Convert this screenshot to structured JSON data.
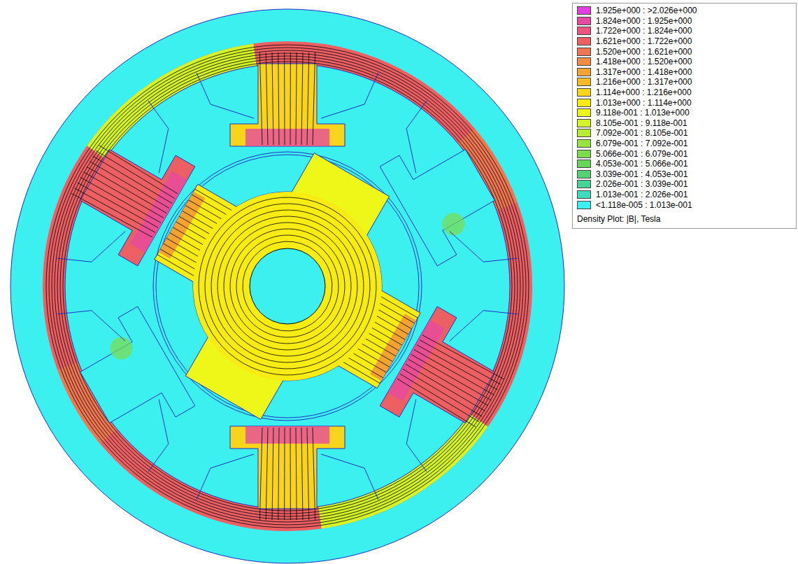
{
  "diagram": {
    "labels": [
      "Density Plot: |B|, Tesla"
    ],
    "legend": [
      {
        "text": "1.925e+000 : >2.026e+000",
        "color": "#e040e0"
      },
      {
        "text": "1.824e+000 : 1.925e+000",
        "color": "#e64aa0"
      },
      {
        "text": "1.722e+000 : 1.824e+000",
        "color": "#ea5680"
      },
      {
        "text": "1.621e+000 : 1.722e+000",
        "color": "#ec6064"
      },
      {
        "text": "1.520e+000 : 1.621e+000",
        "color": "#f07650"
      },
      {
        "text": "1.418e+000 : 1.520e+000",
        "color": "#f28c40"
      },
      {
        "text": "1.317e+000 : 1.418e+000",
        "color": "#f4a232"
      },
      {
        "text": "1.216e+000 : 1.317e+000",
        "color": "#f6bc24"
      },
      {
        "text": "1.114e+000 : 1.216e+000",
        "color": "#f8d41a"
      },
      {
        "text": "1.013e+000 : 1.114e+000",
        "color": "#f8ec12"
      },
      {
        "text": "9.118e-001 : 1.013e+000",
        "color": "#eef818"
      },
      {
        "text": "8.105e-001 : 9.118e-001",
        "color": "#d4f428"
      },
      {
        "text": "7.092e-001 : 8.105e-001",
        "color": "#b6ec34"
      },
      {
        "text": "6.079e-001 : 7.092e-001",
        "color": "#98e43e"
      },
      {
        "text": "5.066e-001 : 6.079e-001",
        "color": "#7edc4a"
      },
      {
        "text": "4.053e-001 : 5.066e-001",
        "color": "#66d658"
      },
      {
        "text": "3.039e-001 : 4.053e-001",
        "color": "#52d274"
      },
      {
        "text": "2.026e-001 : 3.039e-001",
        "color": "#46d496"
      },
      {
        "text": "1.013e-001 : 2.026e-001",
        "color": "#3edcbc"
      },
      {
        "text": "<1.118e-005 : 1.013e-001",
        "color": "#3cf0f0"
      }
    ]
  }
}
